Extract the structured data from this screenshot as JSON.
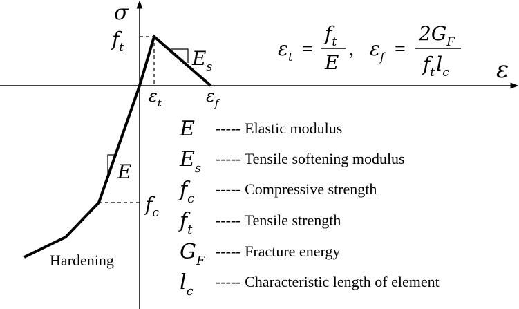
{
  "axes": {
    "y_label": "σ",
    "x_label": "ε"
  },
  "curve_labels": {
    "ft": {
      "main": "f",
      "sub": "t"
    },
    "fc": {
      "main": "f",
      "sub": "c"
    },
    "eps_t": {
      "main": "ε",
      "sub": "t"
    },
    "eps_f": {
      "main": "ε",
      "sub": "f"
    },
    "Es": {
      "main": "E",
      "sub": "s"
    },
    "E": "E",
    "hardening": "Hardening"
  },
  "formula": {
    "eps_t_lhs": {
      "main": "ε",
      "sub": "t"
    },
    "eps_t_num": {
      "main": "f",
      "sub": "t"
    },
    "eps_t_den": "E",
    "separator": ",",
    "eps_f_lhs": {
      "main": "ε",
      "sub": "f"
    },
    "eps_f_num": {
      "main": "2G",
      "sub": "F"
    },
    "eps_f_den": {
      "f_main": "f",
      "f_sub": "t",
      "l_main": "l",
      "l_sub": "c"
    }
  },
  "legend": [
    {
      "sym_main": "E",
      "sym_sub": "",
      "dashes": "-----",
      "desc": "Elastic modulus"
    },
    {
      "sym_main": "E",
      "sym_sub": "s",
      "dashes": "-----",
      "desc": "Tensile softening modulus"
    },
    {
      "sym_main": "f",
      "sym_sub": "c",
      "dashes": "-----",
      "desc": "Compressive strength"
    },
    {
      "sym_main": "f",
      "sym_sub": "t",
      "dashes": "-----",
      "desc": "Tensile strength"
    },
    {
      "sym_main": "G",
      "sym_sub": "F",
      "dashes": "-----",
      "desc": "Fracture energy"
    },
    {
      "sym_main": "l",
      "sym_sub": "c",
      "dashes": "-----",
      "desc": "Characteristic length of  element"
    }
  ]
}
